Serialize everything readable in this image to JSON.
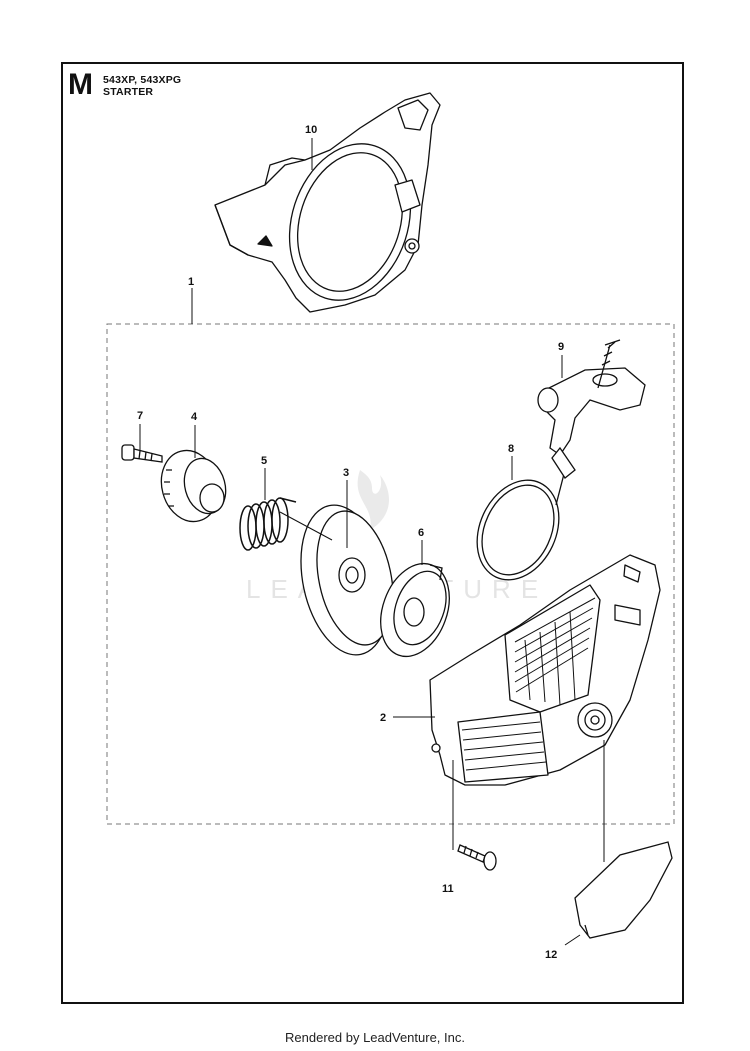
{
  "header": {
    "section_letter": "M",
    "models": "543XP, 543XPG",
    "section_title": "STARTER"
  },
  "callouts": [
    "1",
    "2",
    "3",
    "4",
    "5",
    "6",
    "7",
    "8",
    "9",
    "10",
    "11",
    "12"
  ],
  "watermark": "LEADVENTURE",
  "footer": "Rendered by LeadVenture, Inc."
}
